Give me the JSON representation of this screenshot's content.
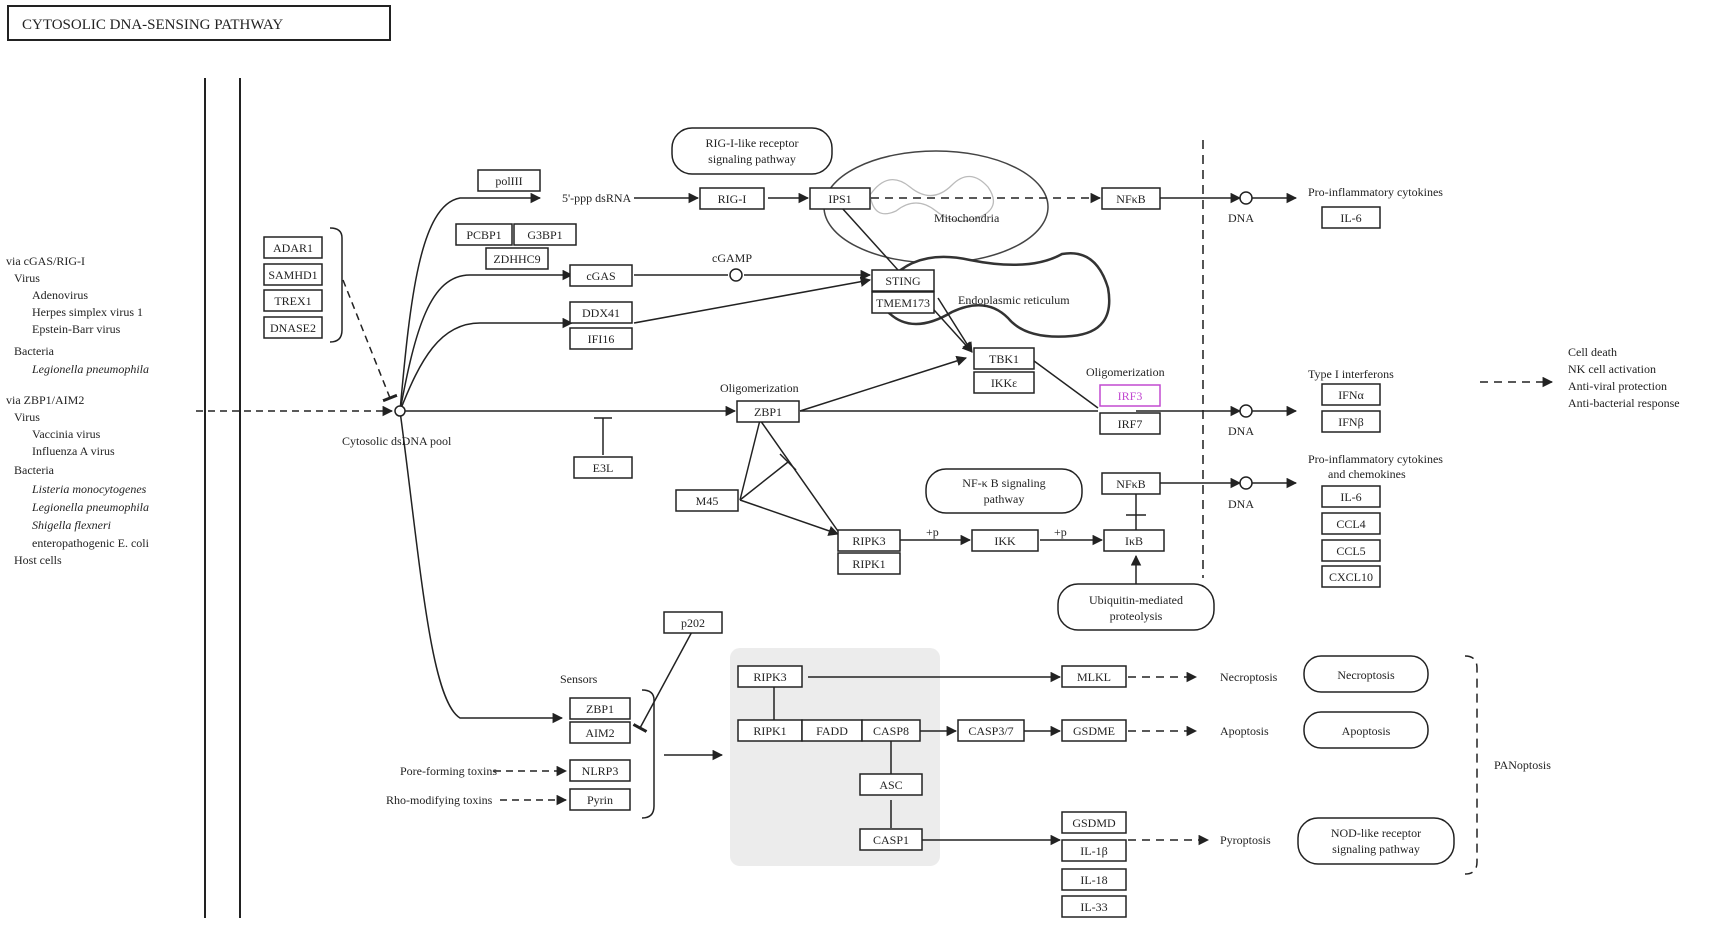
{
  "title": "CYTOSOLIC DNA-SENSING PATHWAY",
  "colors": {
    "line": "#222222",
    "box_fill": "#ffffff",
    "highlight": "#c24ad1",
    "panel_fill": "#ececec"
  },
  "left_panel": {
    "group1_header": "via cGAS/RIG-I",
    "group1_lines": [
      "Virus",
      "Adenovirus",
      "Herpes simplex virus 1",
      "Epstein-Barr virus",
      "Bacteria",
      "Legionella pneumophila"
    ],
    "group2_header": "via ZBP1/AIM2",
    "group2_lines": [
      "Virus",
      "Vaccinia virus",
      "Influenza A virus",
      "Bacteria",
      "Listeria monocytogenes",
      "Legionella pneumophila",
      "Shigella flexneri",
      "enteropathogenic E. coli",
      "Host cells"
    ]
  },
  "nodes": {
    "polIII": "polIII",
    "adar1": "ADAR1",
    "samhd1": "SAMHD1",
    "trex1": "TREX1",
    "dnase2": "DNASE2",
    "pcbp1": "PCBP1",
    "g3bp1": "G3BP1",
    "zdhhc9": "ZDHHC9",
    "cgas": "cGAS",
    "ddx41": "DDX41",
    "ifi16": "IFI16",
    "rigi": "RIG-I",
    "ips1": "IPS1",
    "sting": "STING",
    "tmem": "TMEM173",
    "tbk1": "TBK1",
    "ikke": "IKKε",
    "irf3": "IRF3",
    "irf7": "IRF7",
    "nfkb1": "NFκB",
    "nfkb2": "NFκB",
    "zbp1": "ZBP1",
    "e3l": "E3L",
    "m45": "M45",
    "ripk3": "RIPK3",
    "ripk1": "RIPK1",
    "ikk": "IKK",
    "ikb": "IκB",
    "il6a": "IL-6",
    "ifna": "IFNα",
    "ifnb": "IFNβ",
    "il6b": "IL-6",
    "ccl4": "CCL4",
    "ccl5": "CCL5",
    "cxcl10": "CXCL10",
    "p202": "p202",
    "s_zbp1": "ZBP1",
    "s_aim2": "AIM2",
    "s_nlrp3": "NLRP3",
    "s_pyrin": "Pyrin",
    "g_ripk3": "RIPK3",
    "g_ripk1": "RIPK1",
    "g_fadd": "FADD",
    "g_casp8": "CASP8",
    "g_asc": "ASC",
    "g_casp1": "CASP1",
    "casp37": "CASP3/7",
    "mlkl": "MLKL",
    "gsdme": "GSDME",
    "gsdmd": "GSDMD",
    "il1b": "IL-1β",
    "il18": "IL-18",
    "il33": "IL-33"
  },
  "pathway_links": {
    "rig_like": [
      "RIG-I-like receptor",
      "signaling pathway"
    ],
    "nfkb_signaling": [
      "NF-κ B signaling",
      "pathway"
    ],
    "ubiquitin": [
      "Ubiquitin-mediated",
      "proteolysis"
    ],
    "necroptosis": "Necroptosis",
    "apoptosis": "Apoptosis",
    "nod_like": [
      "NOD-like receptor",
      "signaling pathway"
    ]
  },
  "labels": {
    "dsrna": "5'-ppp dsRNA",
    "cgamp": "cGAMP",
    "mitochondria": "Mitochondria",
    "er": "Endoplasmic reticulum",
    "oligomerization1": "Oligomerization",
    "oligomerization2": "Oligomerization",
    "pool": "Cytosolic dsDNA pool",
    "dna1": "DNA",
    "dna2": "DNA",
    "dna3": "DNA",
    "sensors": "Sensors",
    "pore": "Pore-forming toxins",
    "rho": "Rho-modifying toxins",
    "p1": "+p",
    "p2": "+p",
    "necroptosis_out": "Necroptosis",
    "apoptosis_out": "Apoptosis",
    "pyroptosis_out": "Pyroptosis",
    "panoptosis": "PANoptosis"
  },
  "outputs": {
    "proinflam1": "Pro-inflammatory cytokines",
    "type1": "Type I interferons",
    "proinflam2": [
      "Pro-inflammatory cytokines",
      "and chemokines"
    ],
    "effects": [
      "Cell death",
      "NK cell activation",
      "Anti-viral protection",
      "Anti-bacterial response"
    ]
  }
}
